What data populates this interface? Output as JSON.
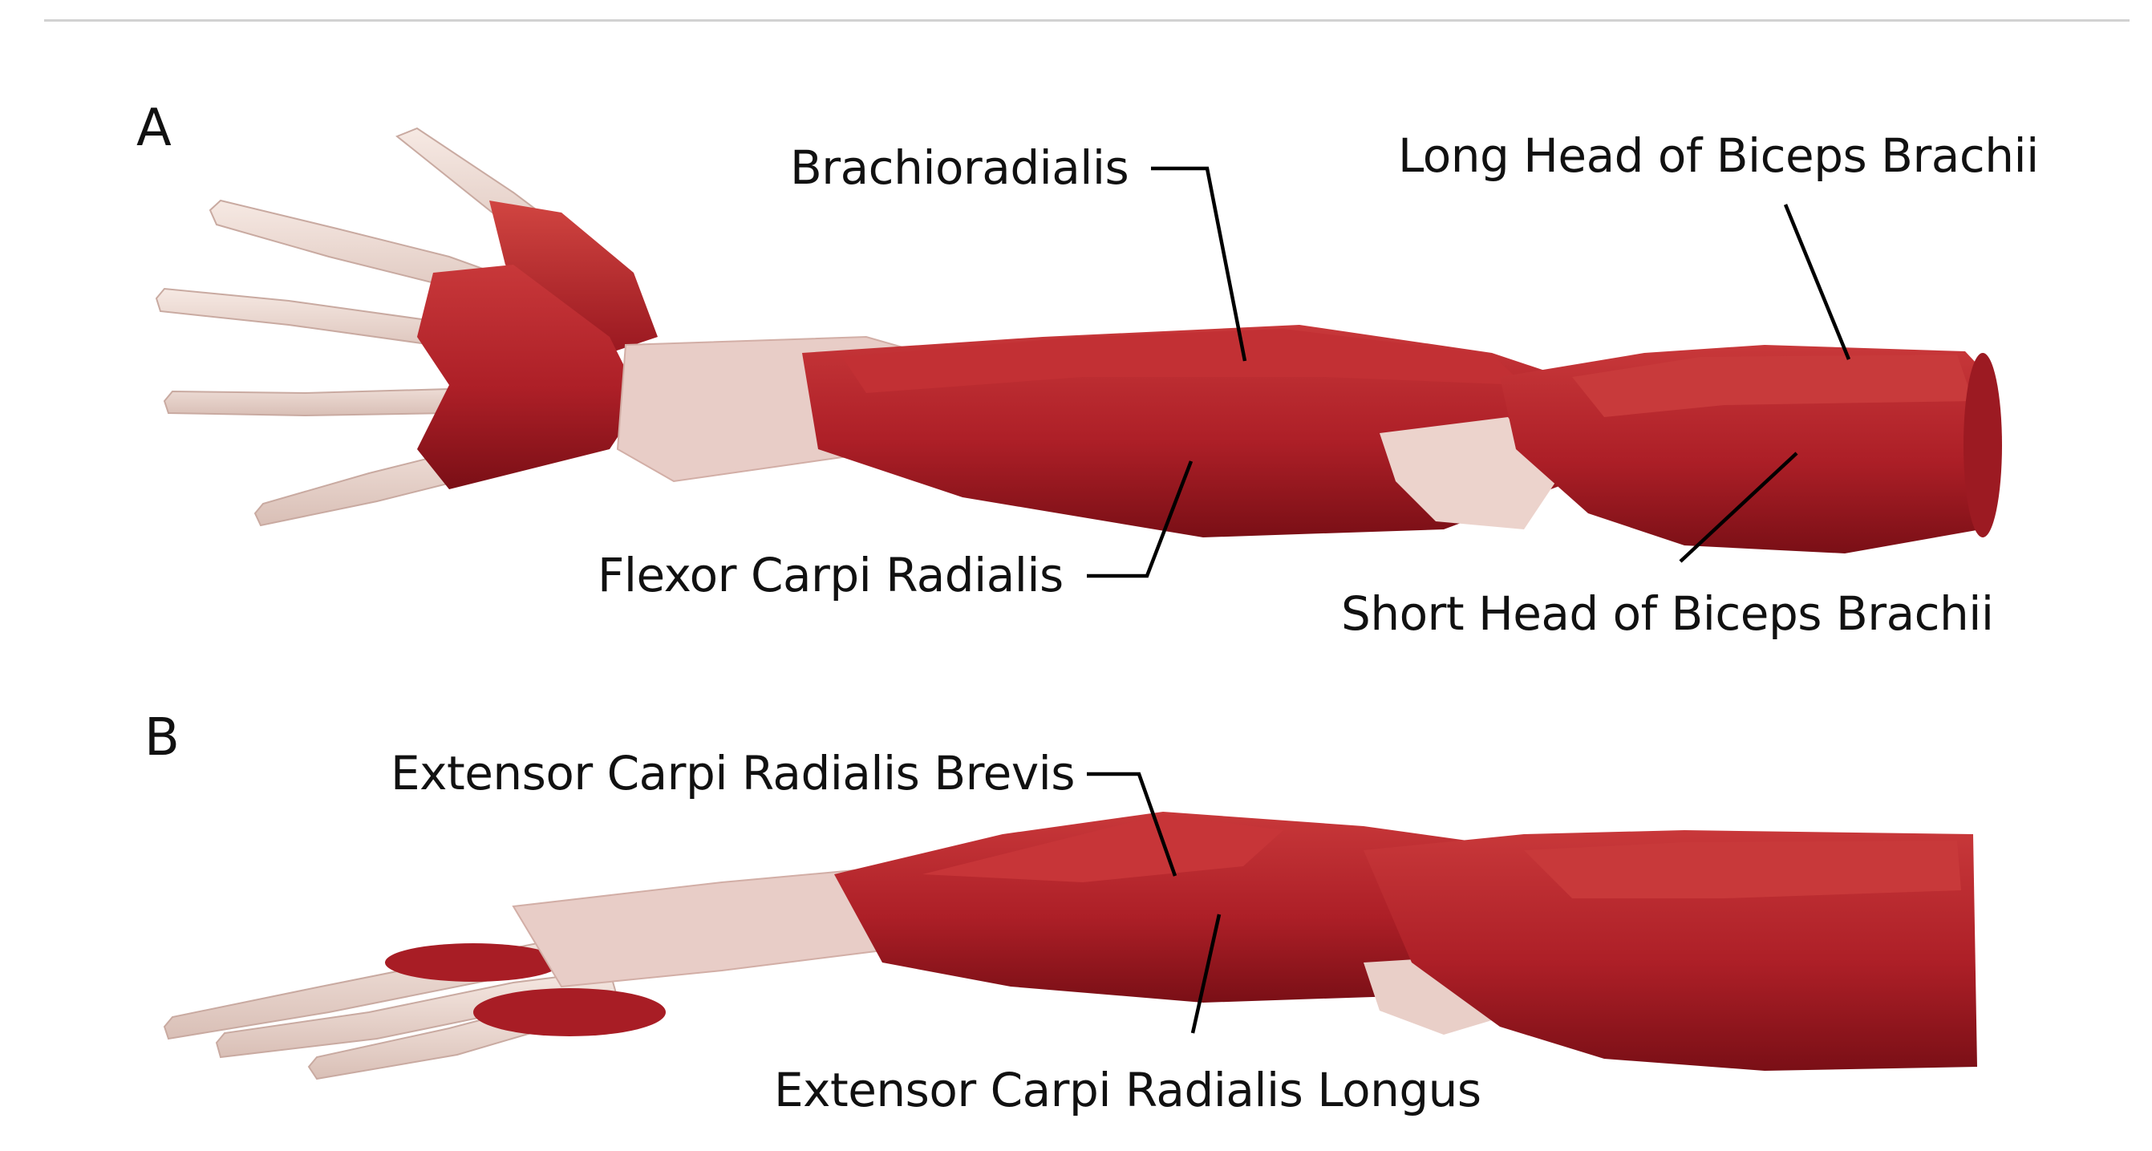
{
  "panels": [
    {
      "letter": "A"
    },
    {
      "letter": "B"
    }
  ],
  "labels": {
    "brachioradialis": "Brachioradialis",
    "long_head_biceps": "Long Head of Biceps Brachii",
    "flexor_carpi_radialis": "Flexor Carpi Radialis",
    "short_head_biceps": "Short Head of Biceps Brachii",
    "ecr_brevis": "Extensor Carpi Radialis Brevis",
    "ecr_longus": "Extensor Carpi Radialis Longus"
  },
  "colors": {
    "muscle": "#b5232a",
    "muscle_dark": "#7e1016",
    "muscle_light": "#d8473f",
    "tendon": "#e7c7c1",
    "bone": "#eddad2",
    "leader": "#000000"
  }
}
